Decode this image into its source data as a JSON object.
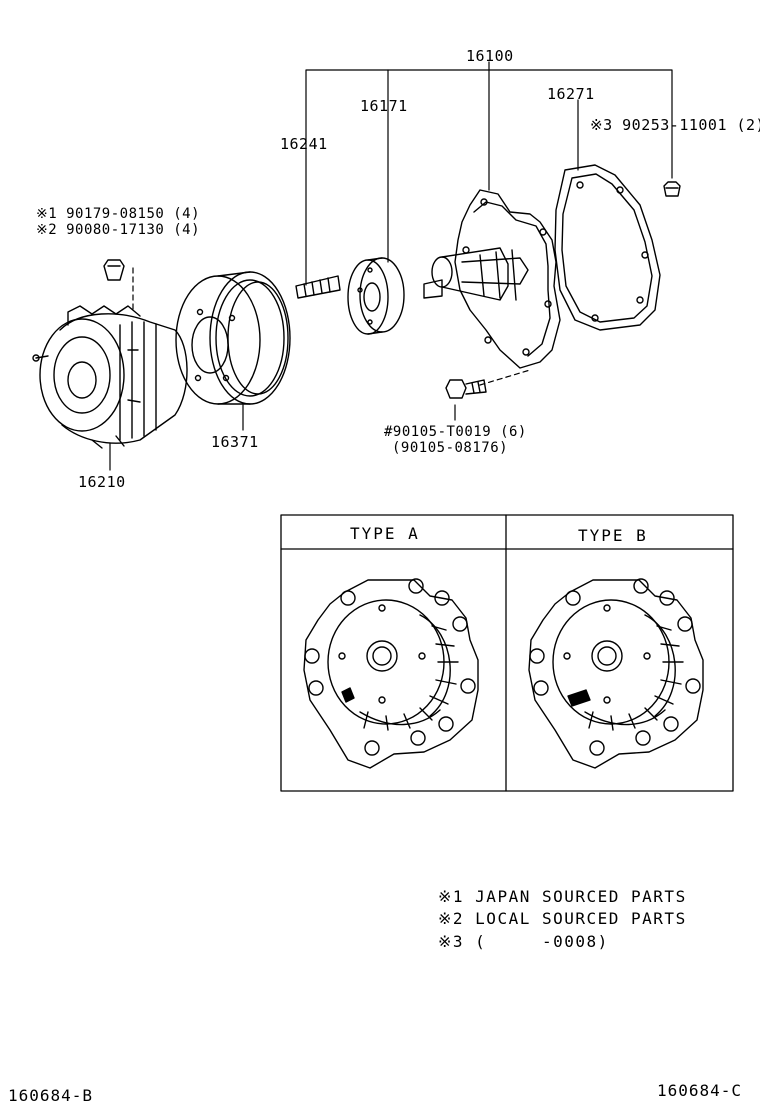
{
  "colors": {
    "ink": "#000000",
    "paper": "#ffffff"
  },
  "callouts": {
    "assembly": "16100",
    "flange": "16171",
    "gasket": "16271",
    "stud": "16241",
    "fan_clutch": "16210",
    "pulley": "16371",
    "nut_plug": "※3 90253-11001 (2)",
    "bolt_part": "#90105-T0019 (6)",
    "bolt_alt": "(90105-08176)",
    "nut_part_1": "※1 90179-08150 (4)",
    "nut_part_2": "※2 90080-17130 (4)"
  },
  "types": {
    "a_title": "TYPE A",
    "b_title": "TYPE B"
  },
  "notes": [
    "※1 JAPAN SOURCED PARTS",
    "※2 LOCAL SOURCED PARTS",
    "※3 (     -0008)"
  ],
  "footer": {
    "left": "160684-B",
    "right": "160684-C"
  }
}
